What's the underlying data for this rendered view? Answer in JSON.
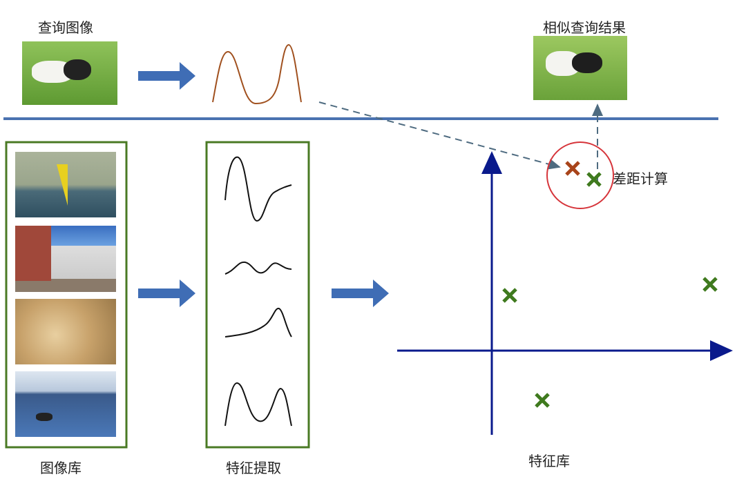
{
  "labels": {
    "query_image": "查询图像",
    "similar_result": "相似查询结果",
    "image_library": "图像库",
    "feature_extraction": "特征提取",
    "feature_library": "特征库",
    "distance_calc": "差距计算"
  },
  "colors": {
    "arrow_blue": "#3f6db5",
    "divider": "#4a72b0",
    "box_green": "#4a7a24",
    "axis": "#0a1a8c",
    "query_mark": "#a8441a",
    "db_mark": "#3f7a1e",
    "circle": "#d6343a",
    "curve_query": "#a0501e"
  },
  "library_images": [
    "windsurfer",
    "building",
    "fox",
    "jetski"
  ]
}
